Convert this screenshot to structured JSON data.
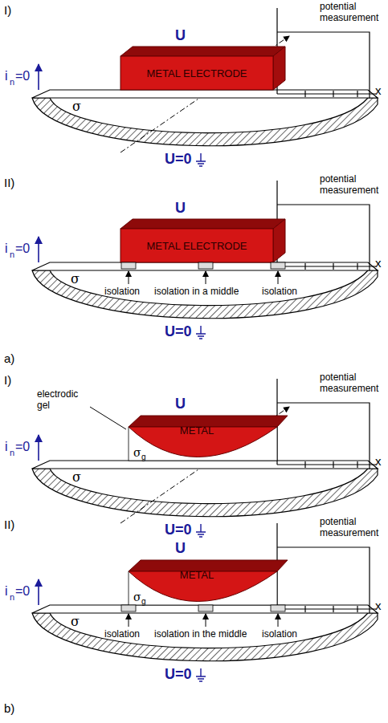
{
  "diagram": {
    "nodes": [
      {
        "text": [
          "METAL ELECTRODE"
        ]
      },
      {
        "text": [
          "METAL ELECTRODE"
        ]
      },
      {
        "text": [
          "METAL"
        ]
      },
      {
        "text": [
          "METAL"
        ]
      }
    ],
    "labels": [
      "I)",
      "potential measurement",
      "U",
      "i",
      "n",
      "=0",
      "σ",
      "U=0",
      "x",
      "II)",
      "potential measurement",
      "U",
      "i",
      "n",
      "=0",
      "σ",
      "isolation",
      "isolation in a middle",
      "isolation",
      "U=0",
      "x",
      "a)",
      "I)",
      "electrodic gel",
      "potential measurement",
      "U",
      "i",
      "n",
      "=0",
      "σ",
      "g",
      "σ",
      "U=0",
      "x",
      "II)",
      "potential measurement",
      "U",
      "i",
      "n",
      "=0",
      "σ",
      "g",
      "σ",
      "isolation",
      "isolation in the middle",
      "isolation",
      "U=0",
      "x",
      "b)"
    ]
  }
}
